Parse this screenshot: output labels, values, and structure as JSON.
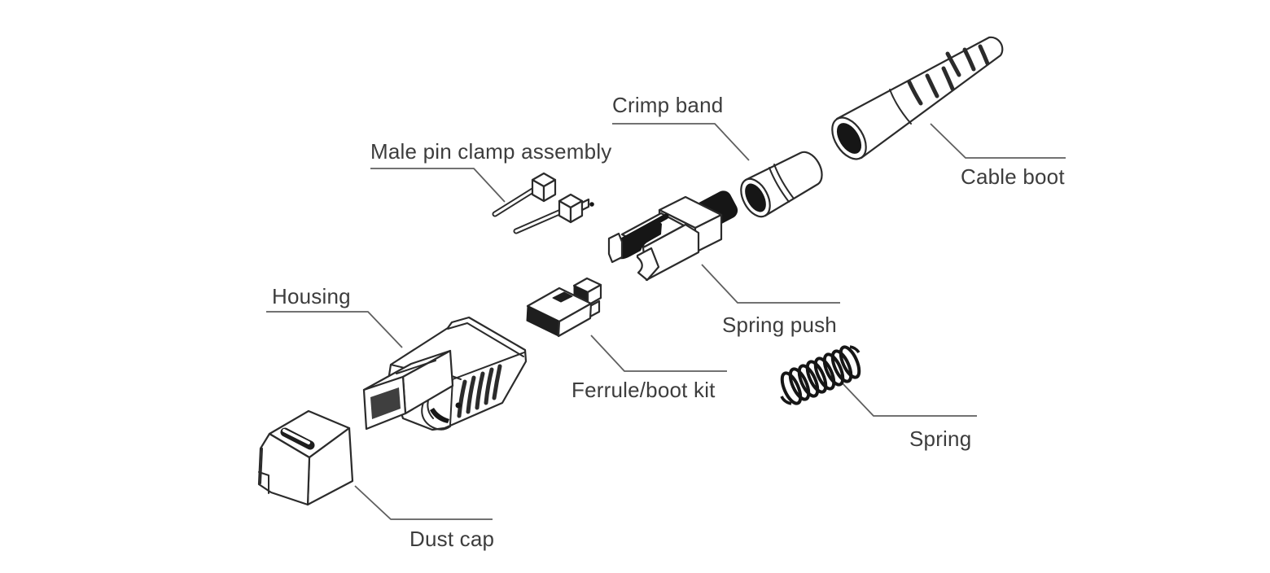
{
  "diagram": {
    "type": "exploded-view line drawing",
    "labels": {
      "crimp_band": "Crimp band",
      "cable_boot": "Cable boot",
      "male_pin_clamp_assembly": "Male pin clamp assembly",
      "housing": "Housing",
      "spring_push": "Spring push",
      "ferrule_boot_kit": "Ferrule/boot kit",
      "spring": "Spring",
      "dust_cap": "Dust cap"
    },
    "colors": {
      "background": "#ffffff",
      "line_art": "#2b2b2b",
      "dark_fill": "#1e1e1e",
      "leader_line": "#5f5f5f",
      "label_text": "#3d3d3d"
    }
  }
}
